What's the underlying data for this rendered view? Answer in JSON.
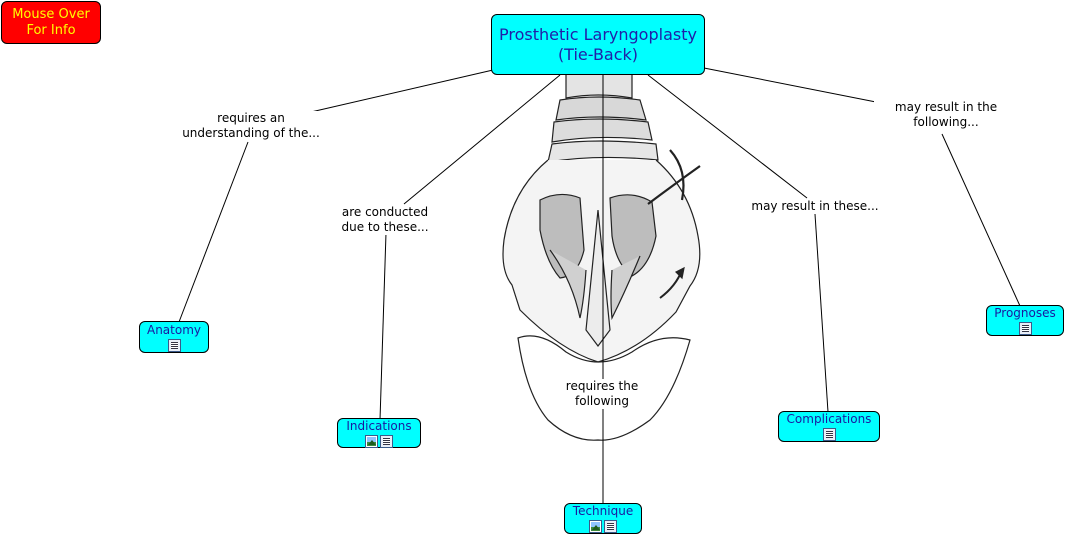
{
  "info_button": {
    "text": "Mouse Over\nFor Info"
  },
  "root": {
    "text": "Prosthetic Laryngoplasty\n(Tie-Back)"
  },
  "linking_phrases": {
    "anatomy": "requires an\nunderstanding of the...",
    "indications": "are conducted\ndue to these...",
    "technique": "requires the\nfollowing",
    "complications": "may result in these...",
    "prognoses": "may result in the\nfollowing..."
  },
  "concepts": {
    "anatomy": {
      "label": "Anatomy",
      "icons": [
        "doc"
      ]
    },
    "indications": {
      "label": "Indications",
      "icons": [
        "image",
        "doc"
      ]
    },
    "technique": {
      "label": "Technique",
      "icons": [
        "image",
        "doc"
      ]
    },
    "complications": {
      "label": "Complications",
      "icons": [
        "doc"
      ]
    },
    "prognoses": {
      "label": "Prognoses",
      "icons": [
        "doc"
      ]
    }
  },
  "colors": {
    "concept_fill": "#00ffff",
    "concept_text": "#1a1aa0",
    "info_fill": "#ff0000",
    "info_text": "#ffff00"
  }
}
